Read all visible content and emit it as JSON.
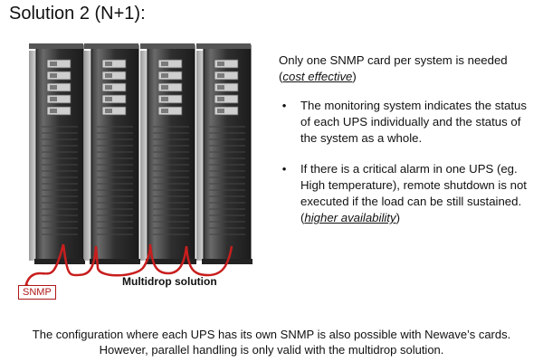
{
  "title": "Solution 2 (N+1):",
  "intro": {
    "text": "Only one SNMP card per system is needed",
    "emphasis": "cost effective"
  },
  "bullets": [
    {
      "text": "The monitoring system indicates the status of each UPS individually and the status of the system as a whole.",
      "emphasis": ""
    },
    {
      "text": "If there is a critical alarm in one UPS (eg. High temperature), remote shutdown is not executed if the load can be still sustained.",
      "emphasis": "higher availability"
    }
  ],
  "figure": {
    "caption": "Multidrop solution",
    "snmp_label": "SNMP",
    "cable_color": "#c81e1e"
  },
  "footer": {
    "line1": "The configuration where each UPS has its own SNMP is also possible with Newave’s cards.",
    "line2": "However, parallel handling is only valid with the multidrop solution."
  }
}
